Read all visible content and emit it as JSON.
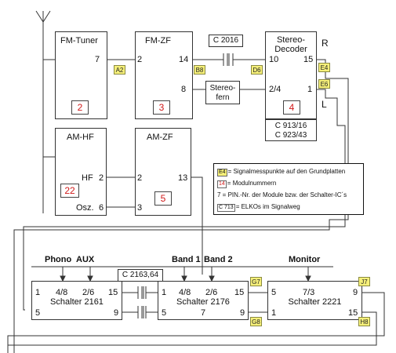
{
  "blocks": {
    "fm_tuner": {
      "title": "FM-Tuner",
      "pin_out": "7",
      "module_no": "2"
    },
    "fm_zf": {
      "title": "FM-ZF",
      "pin_in": "2",
      "pin_out_top": "14",
      "pin_out_mid": "8",
      "module_no": "3"
    },
    "stereo_decoder": {
      "title_line1": "Stereo-",
      "title_line2": "Decoder",
      "pin_10": "10",
      "pin_15": "15",
      "pin_2_4": "2/4",
      "pin_1": "1",
      "module_no": "4",
      "chip_line1": "C 913/16",
      "chip_line2": "C 923/43"
    },
    "stereofern": {
      "line1": "Stereo-",
      "line2": "fern"
    },
    "am_hf": {
      "title": "AM-HF",
      "hf_label": "HF",
      "hf_pin": "2",
      "osz_label": "Osz.",
      "osz_pin": "6",
      "module_no": "22"
    },
    "am_zf": {
      "title": "AM-ZF",
      "pin_2": "2",
      "pin_13": "13",
      "pin_3": "3",
      "module_no": "5"
    },
    "schalter_2161": {
      "title": "Schalter 2161",
      "pin_1": "1",
      "pin_4_8": "4/8",
      "pin_2_6": "2/6",
      "pin_15": "15",
      "pin_5": "5",
      "pin_9": "9"
    },
    "schalter_2176": {
      "title": "Schalter 2176",
      "pin_1": "1",
      "pin_4_8": "4/8",
      "pin_2_6": "2/6",
      "pin_15": "15",
      "pin_5": "5",
      "pin_7": "7",
      "pin_9": "9"
    },
    "schalter_2221": {
      "title": "Schalter 2221",
      "pin_5": "5",
      "pin_7_3": "7/3",
      "pin_9": "9",
      "pin_1": "1",
      "pin_15": "15"
    }
  },
  "capacitors": {
    "c2016": "C 2016",
    "c2163": "C 2163,64"
  },
  "channel_labels": {
    "r": "R",
    "l": "L"
  },
  "inputs": {
    "phono": "Phono",
    "aux": "AUX",
    "band1": "Band 1",
    "band2": "Band 2",
    "monitor": "Monitor"
  },
  "badges": {
    "a2": "A2",
    "b8": "B8",
    "d6": "D6",
    "e4": "E4",
    "e6": "E6",
    "g7": "G7",
    "g8": "G8",
    "j7": "J7",
    "h8": "H8"
  },
  "legend": {
    "sym1": "E4",
    "text1": "= Signalmesspunkte auf den Grundplatten",
    "sym2": "14",
    "text2": "= Modulnummern",
    "text3": "7 = PIN.-Nr. der Module bzw. der Schalter-IC´s",
    "sym4": "C 713",
    "text4": "= ELKOs im Signalweg"
  },
  "colors": {
    "module_number": "#d01818",
    "badge_fill": "#f6f07a",
    "line": "#333333"
  }
}
